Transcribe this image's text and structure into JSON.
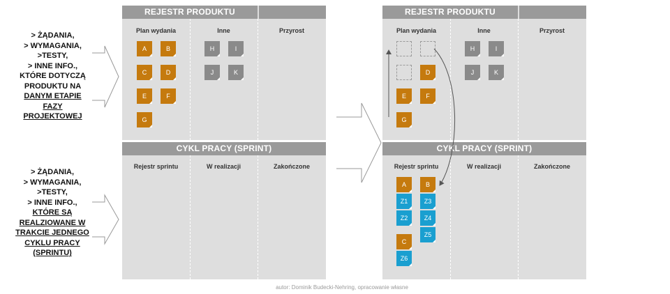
{
  "product_backlog_title": "REJESTR PRODUKTU",
  "sprint_title": "CYKL PRACY (SPRINT)",
  "backlog_columns": [
    "Plan wydania",
    "Inne",
    "Przyrost"
  ],
  "sprint_columns": [
    "Rejestr sprintu",
    "W realizacji",
    "Zakończone"
  ],
  "left_note_top": {
    "lines": [
      "> ŻĄDANIA,",
      "> WYMAGANIA,",
      ">TESTY,",
      "> INNE INFO.,",
      "KTÓRE DOTYCZĄ",
      "PRODUKTU NA"
    ],
    "underlined": [
      "DANYM ETAPIE",
      "FAZY",
      "PROJEKTOWEJ"
    ]
  },
  "left_note_bottom": {
    "lines": [
      "> ŻĄDANIA,",
      "> WYMAGANIA,",
      ">TESTY,",
      "> INNE INFO.,"
    ],
    "underlined": [
      "KTÓRE SĄ",
      "REALZIOWANE W",
      "TRAKCIE JEDNEGO",
      "CYKLU PRACY",
      "(SPRINTU)"
    ]
  },
  "cards": {
    "left_plan": [
      "A",
      "B",
      "C",
      "D",
      "E",
      "F",
      "G"
    ],
    "left_other": [
      "H",
      "I",
      "J",
      "K"
    ],
    "right_plan": [
      "D",
      "E",
      "F",
      "G"
    ],
    "right_other": [
      "H",
      "I",
      "J",
      "K"
    ],
    "right_sprint": [
      "A",
      "B",
      "Z1",
      "Z3",
      "Z2",
      "Z4",
      "Z5",
      "C",
      "Z6"
    ]
  },
  "colors": {
    "orange": "#c57a0e",
    "gray": "#8a8a8a",
    "blue": "#1a9fd0",
    "header": "#9a9a9a",
    "board": "#dedede"
  },
  "credit": "autor: Dominik Budecki-Nehring, opracowanie własne"
}
